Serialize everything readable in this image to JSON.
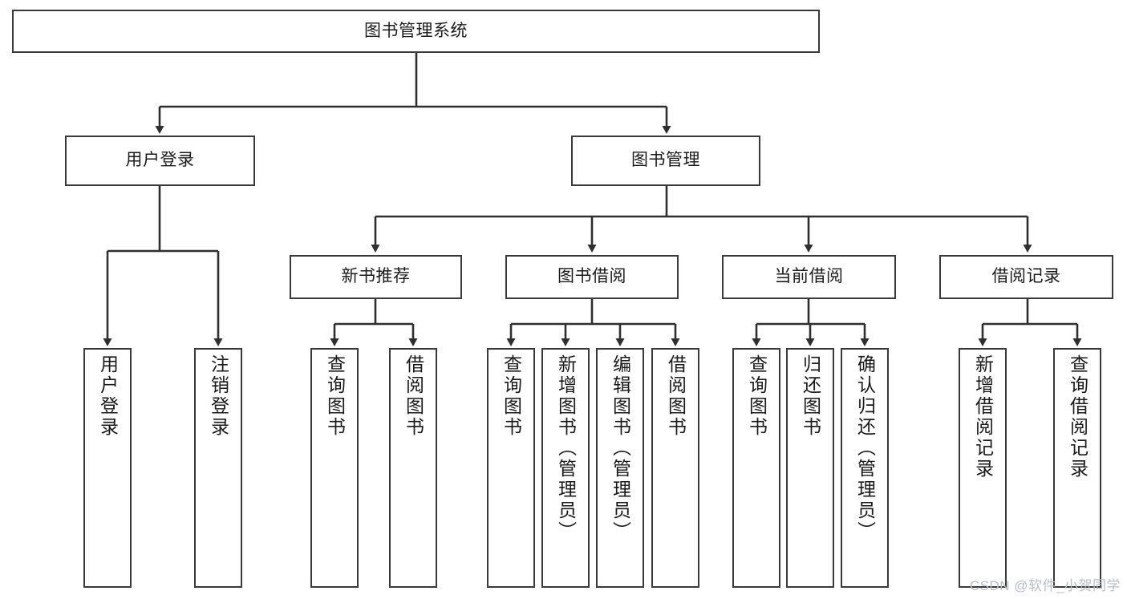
{
  "diagram": {
    "title": "图书管理系统",
    "type": "tree",
    "watermark": "CSDN @软件_小贺同学",
    "colors": {
      "box_border": "#3a3a3a",
      "box_fill": "#ffffff",
      "edge": "#2f2f2f",
      "text": "#1a1a1a",
      "watermark": "#b9bdc4"
    },
    "levels": {
      "root": {
        "label": "图书管理系统"
      },
      "level2": [
        {
          "id": "user-login",
          "label": "用户登录"
        },
        {
          "id": "book-management",
          "label": "图书管理"
        }
      ],
      "level3": [
        {
          "id": "new-book-recommend",
          "label": "新书推荐"
        },
        {
          "id": "book-borrow",
          "label": "图书借阅"
        },
        {
          "id": "current-borrow",
          "label": "当前借阅"
        },
        {
          "id": "borrow-record",
          "label": "借阅记录"
        }
      ],
      "leaves": [
        {
          "id": "leaf-user-login",
          "label": "用户登录",
          "parent": "user-login"
        },
        {
          "id": "leaf-logout-login",
          "label": "注销登录",
          "parent": "user-login"
        },
        {
          "id": "leaf-query-book-1",
          "label": "查询图书",
          "parent": "new-book-recommend"
        },
        {
          "id": "leaf-borrow-book-1",
          "label": "借阅图书",
          "parent": "new-book-recommend"
        },
        {
          "id": "leaf-query-book-2",
          "label": "查询图书",
          "parent": "book-borrow"
        },
        {
          "id": "leaf-add-book",
          "label": "新增图书（管理员）",
          "parent": "book-borrow"
        },
        {
          "id": "leaf-edit-book",
          "label": "编辑图书（管理员）",
          "parent": "book-borrow"
        },
        {
          "id": "leaf-borrow-book-2",
          "label": "借阅图书",
          "parent": "book-borrow"
        },
        {
          "id": "leaf-query-book-3",
          "label": "查询图书",
          "parent": "current-borrow"
        },
        {
          "id": "leaf-return-book",
          "label": "归还图书",
          "parent": "current-borrow"
        },
        {
          "id": "leaf-confirm-return",
          "label": "确认归还（管理员）",
          "parent": "current-borrow"
        },
        {
          "id": "leaf-add-record",
          "label": "新增借阅记录",
          "parent": "borrow-record"
        },
        {
          "id": "leaf-query-record",
          "label": "查询借阅记录",
          "parent": "borrow-record"
        }
      ]
    }
  }
}
